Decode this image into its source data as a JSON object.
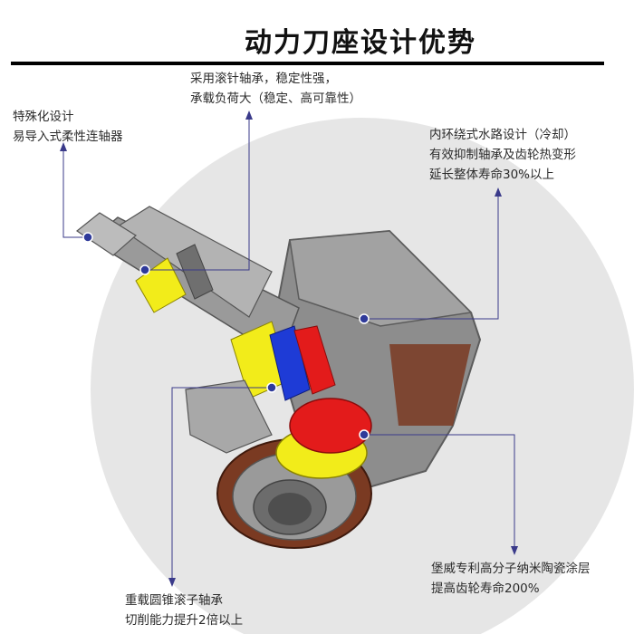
{
  "header": {
    "title": "动力刀座设计优势"
  },
  "callouts": [
    {
      "id": "needle-bearing",
      "lines": [
        "采用滚针轴承，稳定性强，",
        "承载负荷大（稳定、高可靠性）"
      ]
    },
    {
      "id": "flexible-coupling",
      "lines": [
        "特殊化设计",
        "易导入式柔性连轴器"
      ]
    },
    {
      "id": "water-cooling",
      "lines": [
        "内环绕式水路设计（冷却）",
        "有效抑制轴承及齿轮热变形",
        "延长整体寿命30%以上"
      ]
    },
    {
      "id": "ceramic-coating",
      "lines": [
        "堡威专利高分子纳米陶瓷涂层",
        "提高齿轮寿命200%"
      ]
    },
    {
      "id": "taper-roller",
      "lines": [
        "重载圆锥滚子轴承",
        "切削能力提升2倍以上"
      ]
    }
  ],
  "colors": {
    "background_circle": "#e2e2e2",
    "body_gray": "#8a8a8a",
    "leader": "#3a3a8a",
    "bearing_yellow": "#f2ec1a",
    "gear_red": "#e31b1b",
    "seal_blue": "#1e3bd6",
    "flange_brown": "#7a3a22"
  }
}
